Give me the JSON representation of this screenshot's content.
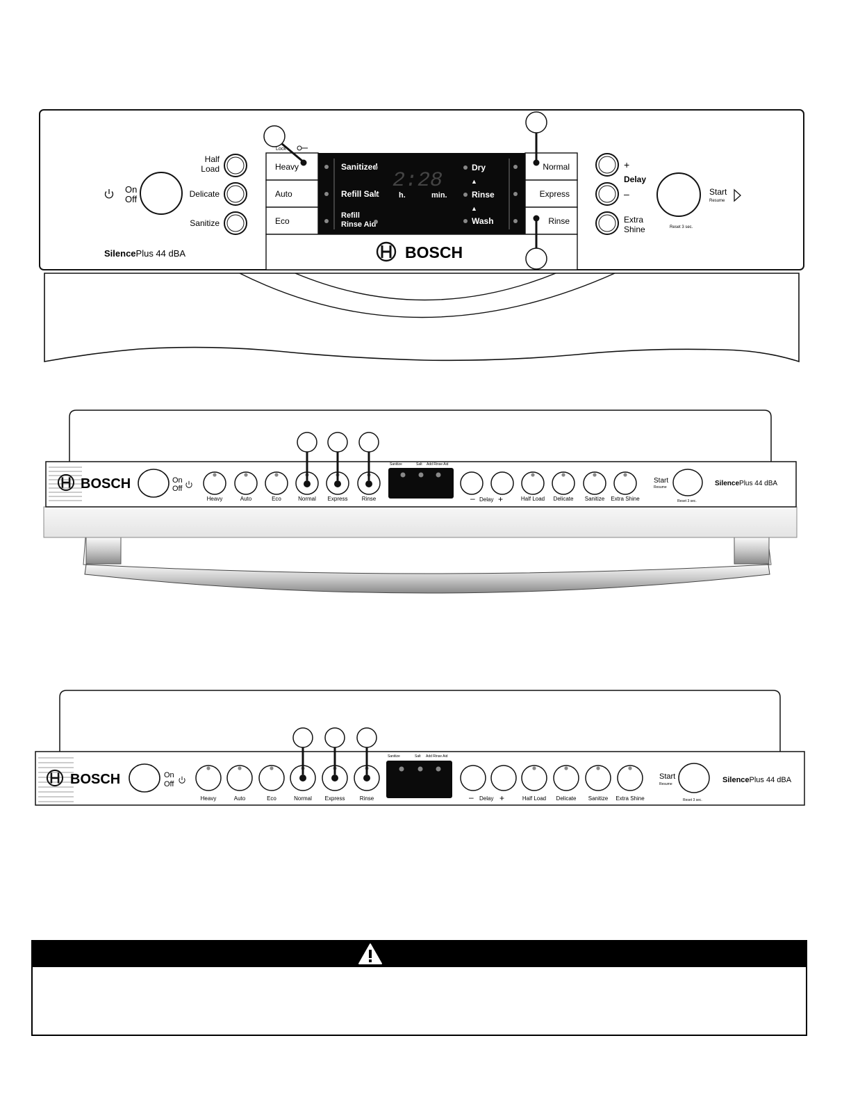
{
  "panel1": {
    "power": {
      "on": "On",
      "off": "Off"
    },
    "left_buttons": [
      {
        "line1": "Half",
        "line2": "Load"
      },
      {
        "line1": "Delicate",
        "line2": ""
      },
      {
        "line1": "Sanitize",
        "line2": ""
      }
    ],
    "model": {
      "bold": "Silence",
      "rest": "Plus  44 dBA"
    },
    "lock_text": "Lock",
    "programs_left": [
      "Heavy",
      "Auto",
      "Eco"
    ],
    "indicators": [
      {
        "line1": "Sanitized",
        "line2": ""
      },
      {
        "line1": "Refill Salt",
        "line2": ""
      },
      {
        "line1": "Refill",
        "line2": "Rinse Aid"
      }
    ],
    "display": {
      "digits": "2:28",
      "hours": "h.",
      "minutes": "min."
    },
    "status": [
      "Dry",
      "Rinse",
      "Wash"
    ],
    "programs_right": [
      "Normal",
      "Express",
      "Rinse"
    ],
    "brand": "BOSCH",
    "delay": {
      "plus": "+",
      "label": "Delay",
      "minus": "–"
    },
    "extra_shine": {
      "line1": "Extra",
      "line2": "Shine"
    },
    "start": {
      "label": "Start",
      "sub": "Resume",
      "reset": "Reset 3 sec."
    }
  },
  "panel2": {
    "brand": "BOSCH",
    "power": {
      "on": "On",
      "off": "Off"
    },
    "buttons": [
      "Heavy",
      "Auto",
      "Eco",
      "Normal",
      "Express",
      "Rinse"
    ],
    "indicators": [
      "Sanitize",
      "Salt",
      "Add Rinse Aid"
    ],
    "delay": {
      "minus": "–",
      "label": "Delay",
      "plus": "+"
    },
    "options": [
      "Half Load",
      "Delicate",
      "Sanitize",
      "Extra Shine"
    ],
    "start": {
      "label": "Start",
      "sub": "Resume",
      "reset": "Reset 3 sec."
    },
    "model": {
      "bold": "Silence",
      "rest": "Plus  44 dBA"
    }
  },
  "panel3": {
    "brand": "BOSCH",
    "power": {
      "on": "On",
      "off": "Off"
    },
    "buttons": [
      "Heavy",
      "Auto",
      "Eco",
      "Normal",
      "Express",
      "Rinse"
    ],
    "indicators": [
      "Sanitize",
      "Salt",
      "Add Rinse Aid"
    ],
    "delay": {
      "minus": "–",
      "label": "Delay",
      "plus": "+"
    },
    "options": [
      "Half Load",
      "Delicate",
      "Sanitize",
      "Extra Shine"
    ],
    "start": {
      "label": "Start",
      "sub": "Resume",
      "reset": "Reset 3 sec."
    },
    "model": {
      "bold": "Silence",
      "rest": "Plus  44 dBA"
    }
  },
  "colors": {
    "ink": "#111111",
    "display_bg": "#0b0b0b",
    "indicator_dot": "#888888",
    "door": "#f2f2f2"
  },
  "icons": [
    "power-icon",
    "key-icon",
    "bosch-logo-icon",
    "play-triangle-icon",
    "warning-triangle-icon"
  ]
}
